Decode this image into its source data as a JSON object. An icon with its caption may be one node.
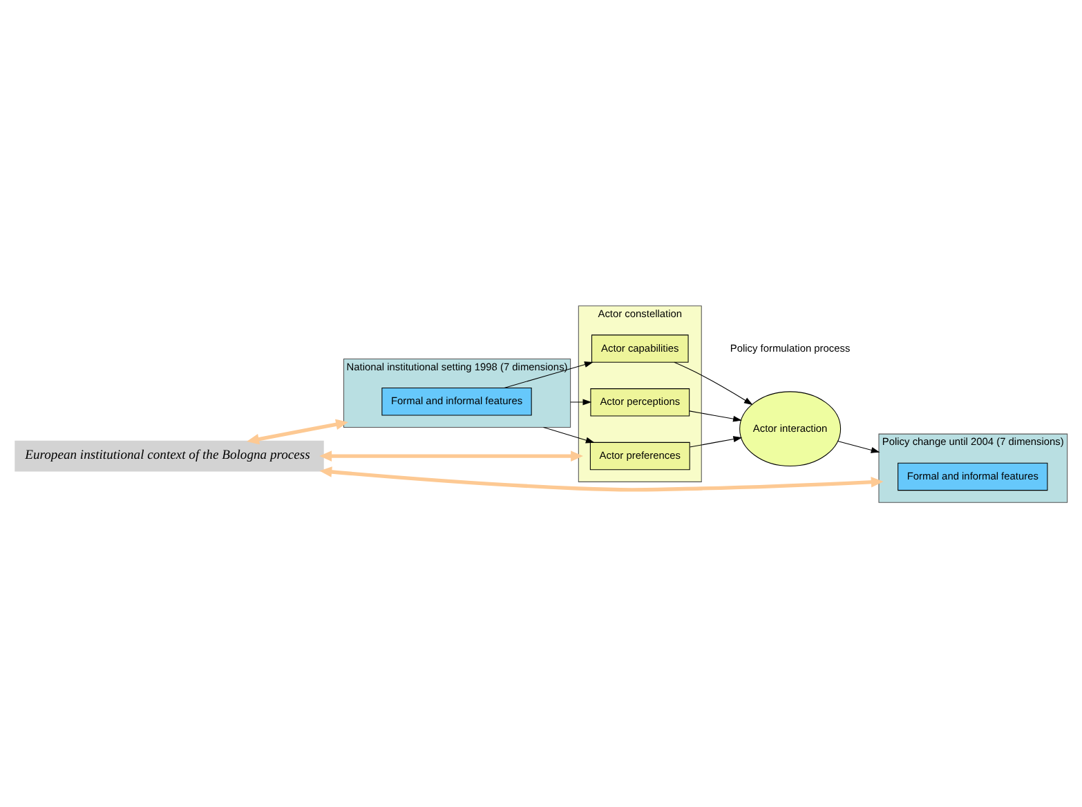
{
  "diagram": {
    "nodes": [
      {
        "text": [
          "European institutional context of the Bologna process"
        ]
      },
      {
        "text": [
          "National institutional setting 1998 (7 dimensions)"
        ]
      },
      {
        "text": [
          "Formal and informal features"
        ],
        "in": 1
      },
      {
        "text": [
          "Actor constellation"
        ],
        "beside": [
          "Policy formulation process"
        ]
      },
      {
        "text": [
          "Actor preferences"
        ],
        "in": 3
      },
      {
        "text": [
          "Actor perceptions"
        ],
        "in": 3
      },
      {
        "text": [
          "Actor capabilities"
        ],
        "in": 3
      },
      {
        "text": [
          "Actor interaction"
        ]
      },
      {
        "text": [
          "Policy change until 2004 (7 dimensions)"
        ]
      },
      {
        "text": [
          "Formal and informal features"
        ],
        "in": 8
      }
    ],
    "edges": [
      {
        "from": 0,
        "to": 1,
        "arrow": "both",
        "style": "thick",
        "color": "#fdc993"
      },
      {
        "from": 0,
        "to": 3,
        "arrow": "both",
        "style": "thick",
        "color": "#fdc993"
      },
      {
        "from": 0,
        "to": 8,
        "arrow": "both",
        "style": "thick",
        "color": "#fdc993"
      },
      {
        "from": 1,
        "to": 4,
        "arrow": "to"
      },
      {
        "from": 1,
        "to": 5,
        "arrow": "to"
      },
      {
        "from": 2,
        "to": 6,
        "arrow": "to"
      },
      {
        "from": 4,
        "to": 7,
        "arrow": "to"
      },
      {
        "from": 5,
        "to": 7,
        "arrow": "to"
      },
      {
        "from": 6,
        "to": 7,
        "arrow": "to"
      },
      {
        "from": 7,
        "to": 8,
        "arrow": "to"
      }
    ]
  }
}
